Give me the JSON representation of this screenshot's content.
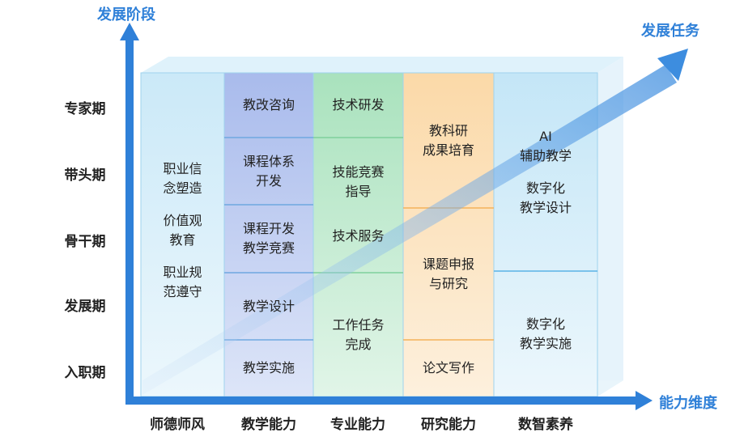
{
  "axes": {
    "y_title": "发展阶段",
    "diag_title": "发展任务",
    "x_title": "能力维度"
  },
  "stages": [
    "专家期",
    "带头期",
    "骨干期",
    "发展期",
    "入职期"
  ],
  "dimensions": [
    "师德师风",
    "教学能力",
    "专业能力",
    "研究能力",
    "数智素养"
  ],
  "cells": {
    "ethics": {
      "items": [
        [
          "职业信",
          "念塑造"
        ],
        [
          "价值观",
          "教育"
        ],
        [
          "职业规",
          "范遵守"
        ]
      ]
    },
    "teaching": [
      [
        "教改咨询"
      ],
      [
        "课程体系",
        "开发"
      ],
      [
        "课程开发",
        "教学竞赛"
      ],
      [
        "教学设计"
      ],
      [
        "教学实施"
      ]
    ],
    "professional": [
      [
        "技术研发"
      ],
      [
        "技能竞赛",
        "指导"
      ],
      [
        "技术服务"
      ],
      [
        "工作任务",
        "完成"
      ]
    ],
    "research": [
      [
        "教科研",
        "成果培育"
      ],
      [
        "课题申报",
        "与研究"
      ],
      [
        "论文写作"
      ]
    ],
    "digital": [
      [
        "AI",
        "辅助教学"
      ],
      [
        "数字化",
        "教学设计"
      ],
      [
        "数字化",
        "教学实施"
      ]
    ]
  },
  "colors": {
    "axis": "#2f80d8",
    "ethics": "#d6effa",
    "teaching": "#c3cff0",
    "professional": "#c8ecd6",
    "research": "#fde4c2",
    "digital": "#d2ecf8"
  }
}
